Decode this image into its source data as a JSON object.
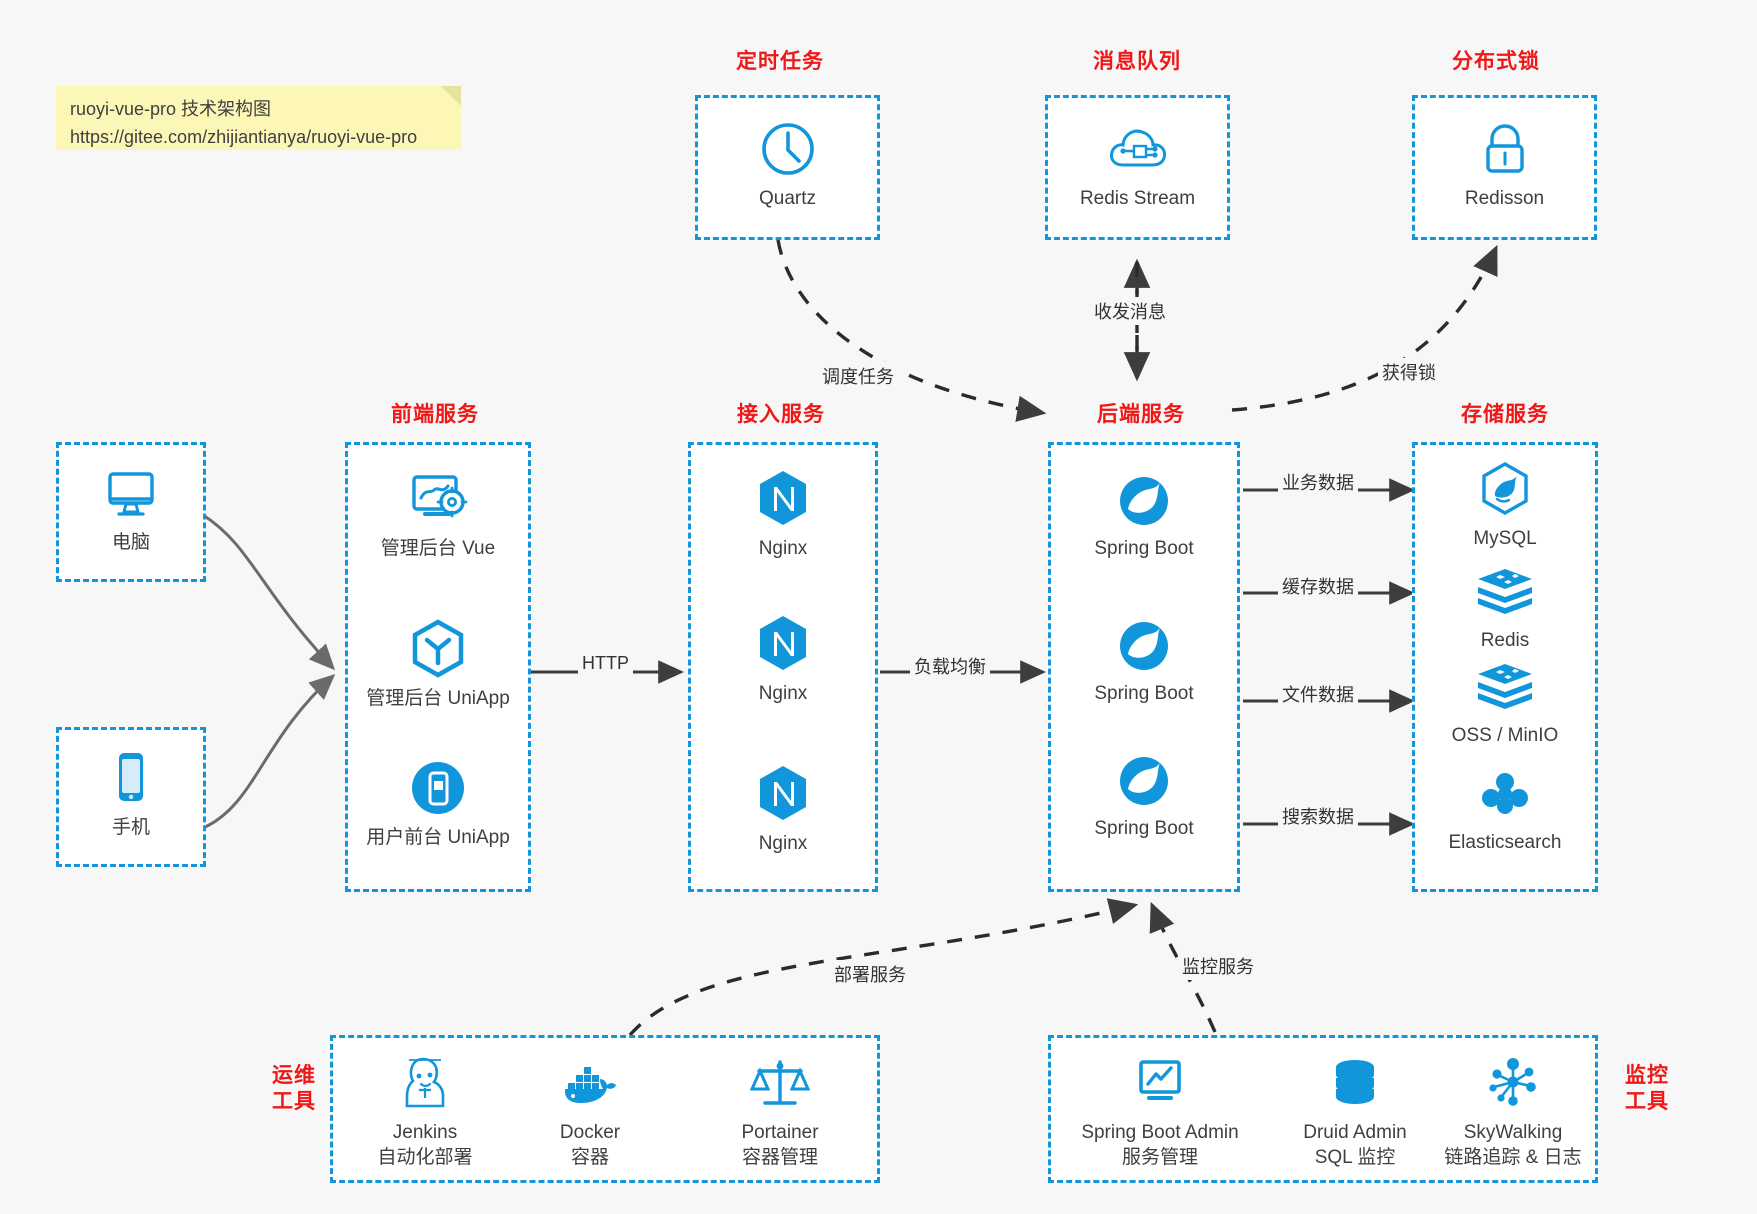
{
  "note": {
    "line1": "ruoyi-vue-pro 技术架构图",
    "line2": "https://gitee.com/zhijiantianya/ruoyi-vue-pro"
  },
  "groups": {
    "scheduler": {
      "title": "定时任务",
      "items": [
        {
          "label": "Quartz",
          "icon": "clock-icon"
        }
      ]
    },
    "mq": {
      "title": "消息队列",
      "items": [
        {
          "label": "Redis Stream",
          "icon": "cloud-network-icon"
        }
      ]
    },
    "lock": {
      "title": "分布式锁",
      "items": [
        {
          "label": "Redisson",
          "icon": "lock-icon"
        }
      ]
    },
    "clients": {
      "items": [
        {
          "label": "电脑",
          "icon": "desktop-monitor-icon"
        },
        {
          "label": "手机",
          "icon": "mobile-phone-icon"
        }
      ]
    },
    "frontend": {
      "title": "前端服务",
      "items": [
        {
          "label": "管理后台 Vue",
          "icon": "dashboard-gear-icon"
        },
        {
          "label": "管理后台 UniApp",
          "icon": "hexagon-cube-icon"
        },
        {
          "label": "用户前台 UniApp",
          "icon": "mobile-app-icon"
        }
      ]
    },
    "gateway": {
      "title": "接入服务",
      "items": [
        {
          "label": "Nginx",
          "icon": "nginx-icon"
        },
        {
          "label": "Nginx",
          "icon": "nginx-icon"
        },
        {
          "label": "Nginx",
          "icon": "nginx-icon"
        }
      ]
    },
    "backend": {
      "title": "后端服务",
      "items": [
        {
          "label": "Spring Boot",
          "icon": "spring-leaf-icon"
        },
        {
          "label": "Spring Boot",
          "icon": "spring-leaf-icon"
        },
        {
          "label": "Spring Boot",
          "icon": "spring-leaf-icon"
        }
      ]
    },
    "storage": {
      "title": "存储服务",
      "items": [
        {
          "label": "MySQL",
          "icon": "mysql-dolphin-icon"
        },
        {
          "label": "Redis",
          "icon": "redis-stack-icon"
        },
        {
          "label": "OSS / MinIO",
          "icon": "object-storage-icon"
        },
        {
          "label": "Elasticsearch",
          "icon": "elasticsearch-icon"
        }
      ]
    },
    "devops": {
      "title": "运维\n工具",
      "title_line1": "运维",
      "title_line2": "工具",
      "items": [
        {
          "label": "Jenkins",
          "sub": "自动化部署",
          "icon": "jenkins-butler-icon"
        },
        {
          "label": "Docker",
          "sub": "容器",
          "icon": "docker-whale-icon"
        },
        {
          "label": "Portainer",
          "sub": "容器管理",
          "icon": "portainer-scale-icon"
        }
      ]
    },
    "monitor": {
      "title_line1": "监控",
      "title_line2": "工具",
      "items": [
        {
          "label": "Spring Boot Admin",
          "sub": "服务管理",
          "icon": "monitor-chart-icon"
        },
        {
          "label": "Druid Admin",
          "sub": "SQL 监控",
          "icon": "database-cylinder-icon"
        },
        {
          "label": "SkyWalking",
          "sub": "链路追踪 & 日志",
          "icon": "skywalking-node-icon"
        }
      ]
    }
  },
  "edges": {
    "schedule_task": "调度任务",
    "send_receive_msg": "收发消息",
    "acquire_lock": "获得锁",
    "http": "HTTP",
    "load_balance": "负载均衡",
    "business_data": "业务数据",
    "cache_data": "缓存数据",
    "file_data": "文件数据",
    "search_data": "搜索数据",
    "deploy_service": "部署服务",
    "monitor_service": "监控服务"
  },
  "colors": {
    "accent": "#1296db",
    "title": "#f01717",
    "background": "#f7f7f7",
    "note": "#fcf7b6",
    "line": "#3d3d3d"
  }
}
